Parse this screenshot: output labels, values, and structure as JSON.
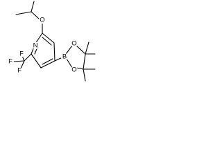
{
  "structure": {
    "atoms": {
      "o_ether": "O",
      "n_ring": "N",
      "b_boron": "B",
      "o_boronate_upper": "O",
      "o_boronate_lower": "O",
      "f_upper": "F",
      "f_left": "F",
      "f_lower": "F"
    }
  }
}
